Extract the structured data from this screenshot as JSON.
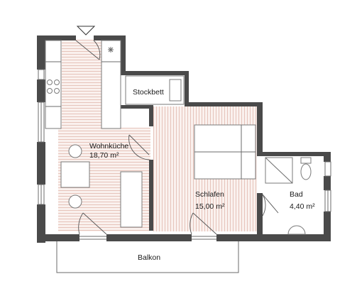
{
  "rooms": {
    "wohnkueche": {
      "name": "Wohnküche",
      "area": "18,70 m²"
    },
    "schlafen": {
      "name": "Schlafen",
      "area": "15,00 m²"
    },
    "bad": {
      "name": "Bad",
      "area": "4,40 m²"
    },
    "stockbett": {
      "name": "Stockbett"
    },
    "balkon": {
      "name": "Balkon"
    }
  },
  "colors": {
    "wall": "#4a4a4a",
    "floor_hatch": "#e2b8ad",
    "floor_bg": "#faf1ee",
    "line": "#6b6b6b"
  },
  "icons": {
    "entrance": "entrance-triangle-icon",
    "stove": "cooktop-icon",
    "sink": "kitchen-sink-icon",
    "toilet": "toilet-icon",
    "shower": "shower-icon",
    "bed": "double-bed-icon"
  }
}
